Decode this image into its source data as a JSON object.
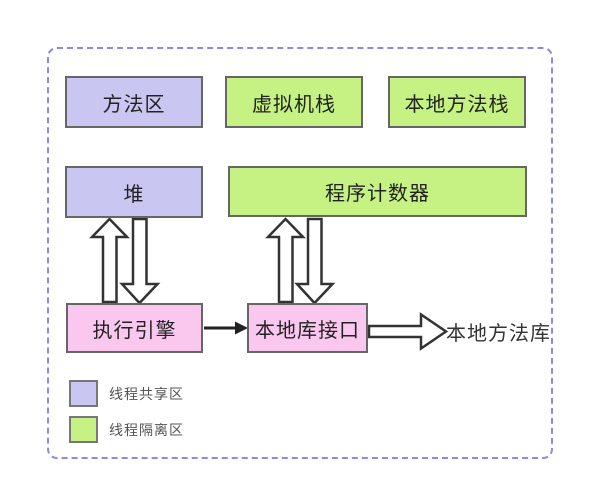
{
  "diagram_title": "JVM runtime areas diagram",
  "boxes": {
    "method_area": {
      "label": "方法区",
      "region": "shared"
    },
    "vm_stack": {
      "label": "虚拟机栈",
      "region": "isolated"
    },
    "native_method_stack": {
      "label": "本地方法栈",
      "region": "isolated"
    },
    "heap": {
      "label": "堆",
      "region": "shared"
    },
    "program_counter": {
      "label": "程序计数器",
      "region": "isolated"
    },
    "execution_engine": {
      "label": "执行引擎",
      "region": "engine"
    },
    "native_library_interface": {
      "label": "本地库接口",
      "region": "engine"
    }
  },
  "external": {
    "native_method_library_label": "本地方法库"
  },
  "legend": {
    "shared": {
      "label": "线程共享区",
      "color": "#c9c7f1"
    },
    "isolated": {
      "label": "线程隔离区",
      "color": "#c5f283"
    }
  },
  "arrows": [
    {
      "name": "heap-up-arrow",
      "from": "execution_engine",
      "to": "heap",
      "style": "hollow-block"
    },
    {
      "name": "heap-down-arrow",
      "from": "heap",
      "to": "execution_engine",
      "style": "hollow-block"
    },
    {
      "name": "pc-up-arrow",
      "from": "native_library_interface",
      "to": "program_counter",
      "style": "hollow-block"
    },
    {
      "name": "pc-down-arrow",
      "from": "program_counter",
      "to": "native_library_interface",
      "style": "hollow-block"
    },
    {
      "name": "engine-to-interface-arrow",
      "from": "execution_engine",
      "to": "native_library_interface",
      "style": "solid-thin"
    },
    {
      "name": "interface-to-library-arrow",
      "from": "native_library_interface",
      "to": "native_method_library",
      "style": "hollow-block"
    }
  ],
  "colors": {
    "shared_fill": "#c9c7f1",
    "isolated_fill": "#c5f283",
    "engine_fill": "#fac7ef",
    "frame_dash": "#8a8ae8",
    "box_border": "#666666",
    "arrow_stroke": "#333333",
    "text": "#222222"
  }
}
